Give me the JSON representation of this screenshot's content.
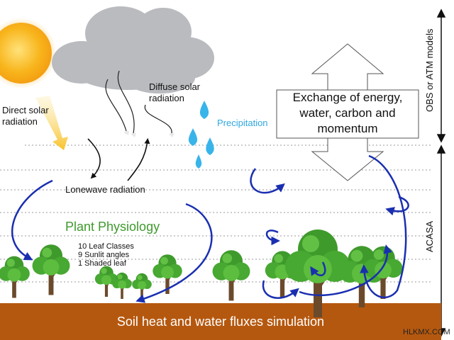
{
  "labels": {
    "direct": "Direct solar radiation",
    "diffuse": "Diffuse solar radiation",
    "precip": "Precipitation",
    "longwave": "Lonewave radiation",
    "physiology": "Plant Physiology",
    "leaf_classes": "10 Leaf Classes",
    "sunlit": "9  Sunlit angles",
    "shaded": "1  Shaded leaf",
    "exchange": "Exchange of energy, water, carbon and momentum",
    "obs": "OBS or ATM models",
    "acasa": "ACASA",
    "soil": "Soil heat and water fluxes simulation",
    "watermark": "HLKMX.COM"
  },
  "colors": {
    "soil": "#b5580f",
    "arrow_blue": "#1a2fb0",
    "rain": "#38b4ea",
    "plant_green": "#3e9a2c",
    "cloud": "#b9bbbe",
    "sun": "#f7b21c",
    "tree_green": "#4caf35",
    "trunk": "#6b4a2c"
  },
  "icons": [
    "sun-icon",
    "cloud-icon",
    "raindrop-icon",
    "tree-icon"
  ]
}
